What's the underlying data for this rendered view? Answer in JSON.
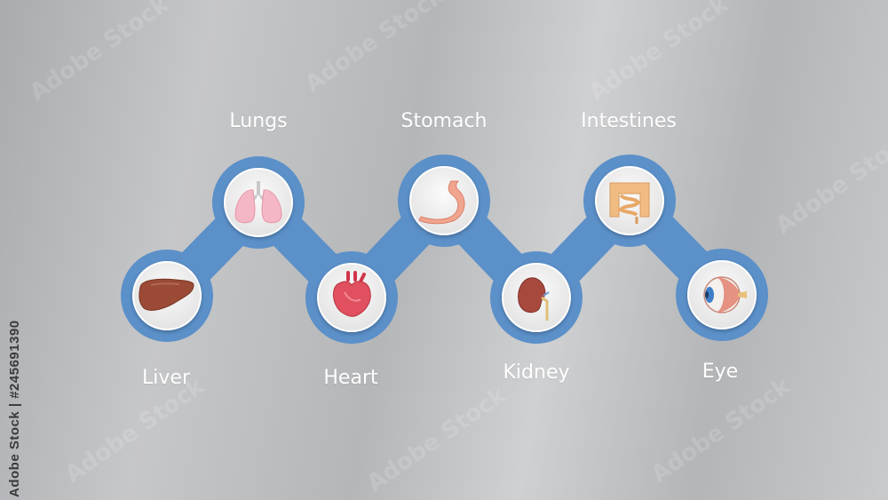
{
  "colors": {
    "band": "#5b90c9",
    "band_dark": "#4d81bb",
    "disc_outer": "#f7f7f7",
    "disc_inner": "#e6e6e6"
  },
  "organs": [
    {
      "label": "Liver",
      "icon": "liver-icon"
    },
    {
      "label": "Lungs",
      "icon": "lungs-icon"
    },
    {
      "label": "Heart",
      "icon": "heart-icon"
    },
    {
      "label": "Stomach",
      "icon": "stomach-icon"
    },
    {
      "label": "Kidney",
      "icon": "kidney-icon"
    },
    {
      "label": "Intestines",
      "icon": "intestines-icon"
    },
    {
      "label": "Eye",
      "icon": "eye-icon"
    }
  ],
  "stock_id": "Adobe Stock | #245691390",
  "watermark": "Adobe Stock"
}
